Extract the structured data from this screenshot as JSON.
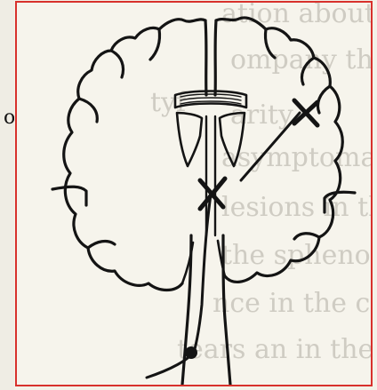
{
  "figure": {
    "background_color": "#f6f4ec",
    "frame_color": "#d8312c",
    "ink_color": "#141414",
    "bleed_color": "#c9c6bd"
  },
  "labels": {
    "left_edge_fragment": "o",
    "bleed_through": [
      "ation about a",
      "ompany the facia",
      "tyf",
      "arity",
      "asymptomatic ficia",
      "lesions in the groun",
      "the sphenopalatine",
      "nce in the carnal",
      "tears an in the"
    ]
  }
}
